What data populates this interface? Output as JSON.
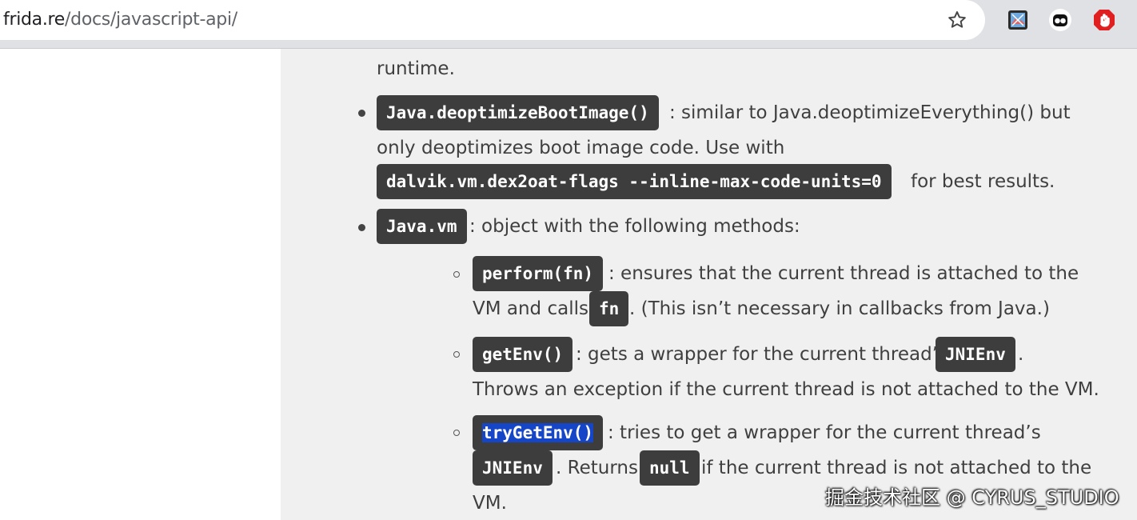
{
  "browser": {
    "url_host": "frida.re",
    "url_path": "/docs/javascript-api/",
    "star_icon": "bookmark-star-icon",
    "extensions": [
      "extension-icon-1",
      "extension-icon-2",
      "extension-icon-3"
    ]
  },
  "content": {
    "runtime_tail": "runtime.",
    "item1": {
      "code": "Java.deoptimizeBootImage()",
      "text_a": ": similar to Java.deoptimizeEverything() but",
      "text_b": "only deoptimizes boot image code. Use with",
      "code2": "dalvik.vm.dex2oat-flags --inline-max-code-units=0",
      "text_c": " for best results."
    },
    "item2": {
      "code": "Java.vm",
      "text": ": object with the following methods:"
    },
    "sub1": {
      "code": "perform(fn)",
      "text_a": ": ensures that the current thread is attached to the",
      "text_b": "VM and calls",
      "code2": "fn",
      "text_c": ". (This isn’t necessary in callbacks from Java.)"
    },
    "sub2": {
      "code": "getEnv()",
      "text_a": ": gets a wrapper for the current thread’s",
      "code2": "JNIEnv",
      "text_b": ".",
      "text_c": "Throws an exception if the current thread is not attached to the VM."
    },
    "sub3": {
      "code": "tryGetEnv()",
      "text_a": ": tries to get a wrapper for the current thread’s",
      "code2": "JNIEnv",
      "text_b": ". Returns",
      "code3": "null",
      "text_c": " if the current thread is not attached to the",
      "text_d": "VM."
    }
  },
  "watermark": "掘金技术社区 @ CYRUS_STUDIO"
}
